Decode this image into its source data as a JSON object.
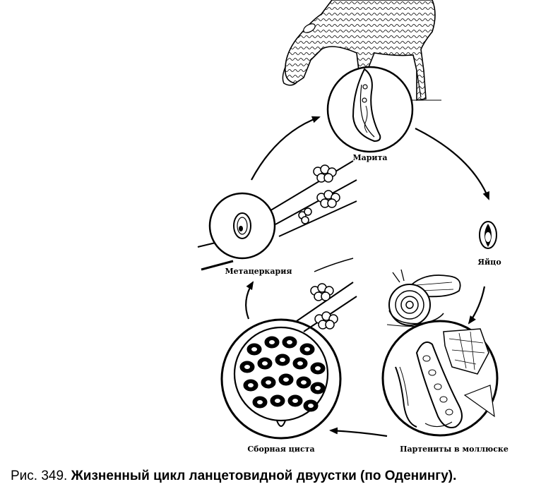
{
  "diagram": {
    "stages": {
      "marita": "Марита",
      "egg": "Яйцо",
      "parthenites": "Партениты в моллюске",
      "cyst": "Сборная циста",
      "metacercaria": "Метацеркария"
    }
  },
  "caption": {
    "prefix": "Рис. 349.",
    "title": "Жизненный цикл ланцетовидной двуустки (по Оденингу)."
  },
  "colors": {
    "ink": "#000000",
    "paper": "#ffffff"
  }
}
